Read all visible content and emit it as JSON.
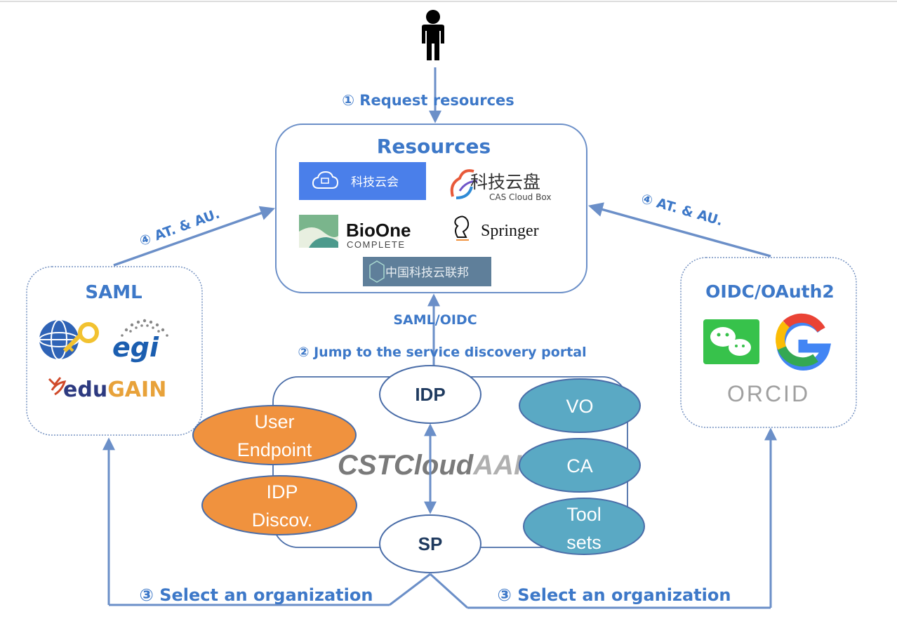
{
  "steps": {
    "request": "① Request resources",
    "jump": "② Jump to the service discovery portal",
    "select_left": "③ Select an organization",
    "select_right": "③ Select an organization",
    "auth_left": "④ AT. & AU.",
    "auth_right": "④ AT. & AU.",
    "protocol": "SAML/OIDC"
  },
  "resources": {
    "title": "Resources",
    "keji_yunhui": "科技云会",
    "keji_yunpan": "科技云盘",
    "cas_cloud_box": "CAS Cloud Box",
    "bioone": "BioOne",
    "bioone_sub": "COMPLETE",
    "springer": "Springer",
    "federation": "中国科技云联邦"
  },
  "saml": {
    "title": "SAML",
    "egi": "egi",
    "edugain_edu": "edu",
    "edugain_gain": "GAIN"
  },
  "oidc": {
    "title": "OIDC/OAuth2",
    "orcid": "ORCID",
    "google": "G"
  },
  "aai": {
    "idp": "IDP",
    "sp": "SP",
    "watermark_cst": "CSTCloud",
    "watermark_aai": "AAI",
    "user_endpoint_1": "User",
    "user_endpoint_2": "Endpoint",
    "idp_discov_1": "IDP",
    "idp_discov_2": "Discov.",
    "vo": "VO",
    "ca": "CA",
    "toolsets_1": "Tool",
    "toolsets_2": "sets"
  },
  "colors": {
    "arrow": "#6b8fc8",
    "label_blue": "#3d78c8",
    "orange": "#f0923e",
    "teal": "#5aa9c4",
    "outline": "#4a6da8"
  }
}
